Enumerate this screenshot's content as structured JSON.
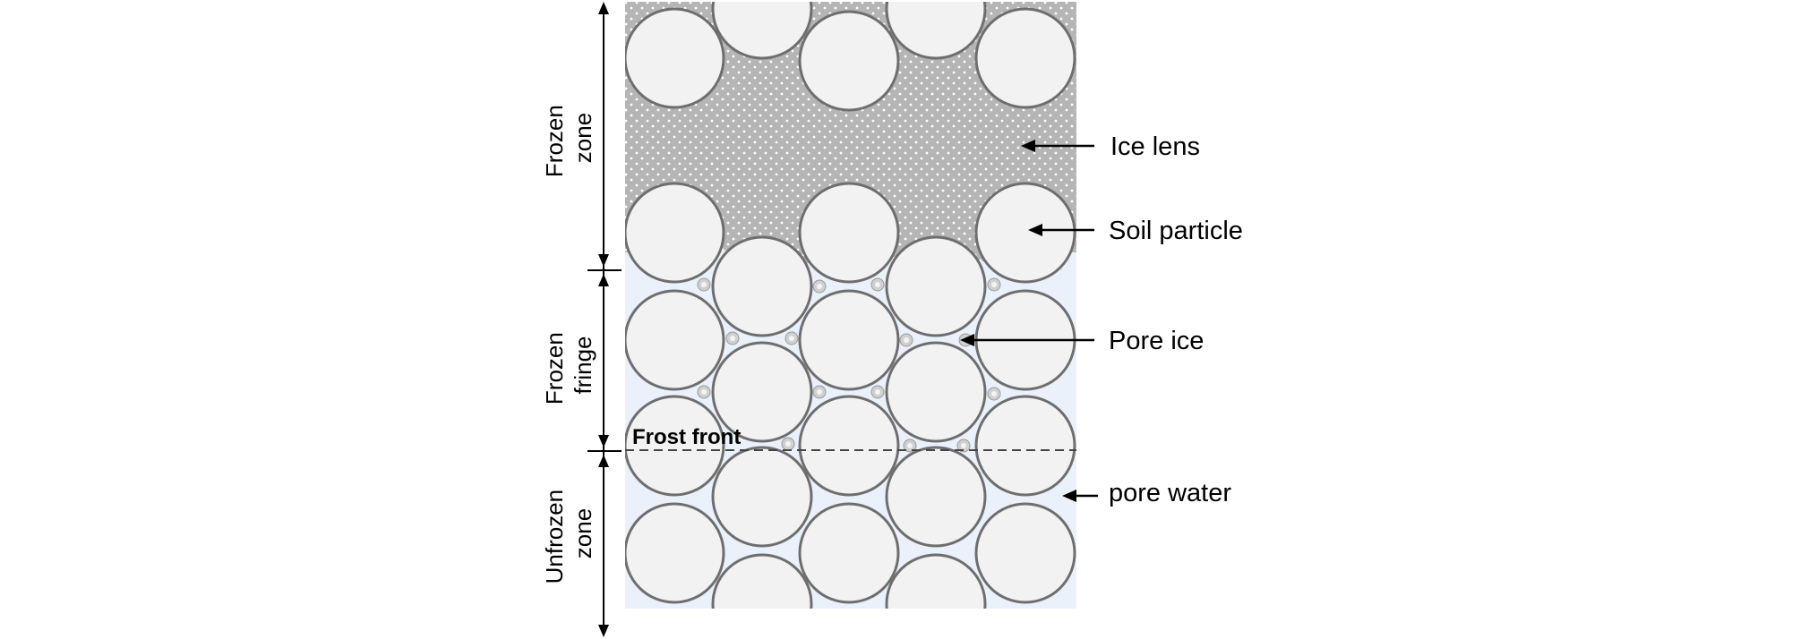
{
  "zones": {
    "frozen": [
      "Frozen",
      "zone"
    ],
    "fringe": [
      "Frozen",
      "fringe"
    ],
    "unfrozen": [
      "Unfrozen",
      "zone"
    ]
  },
  "labels": {
    "ice_lens": "Ice lens",
    "soil_particle": "Soil particle",
    "pore_ice": "Pore ice",
    "pore_water": "pore water",
    "frost_front": "Frost front"
  },
  "colors": {
    "ice_lens_fill": "#b5b5b5",
    "ice_lens_dots": "#ffffff",
    "pore_water_fill": "#eaf1fb",
    "particle_fill": "#f2f2f2",
    "particle_stroke": "#6e6e6e",
    "pore_ice_fill": "#d0d0d0",
    "line": "#000000"
  }
}
